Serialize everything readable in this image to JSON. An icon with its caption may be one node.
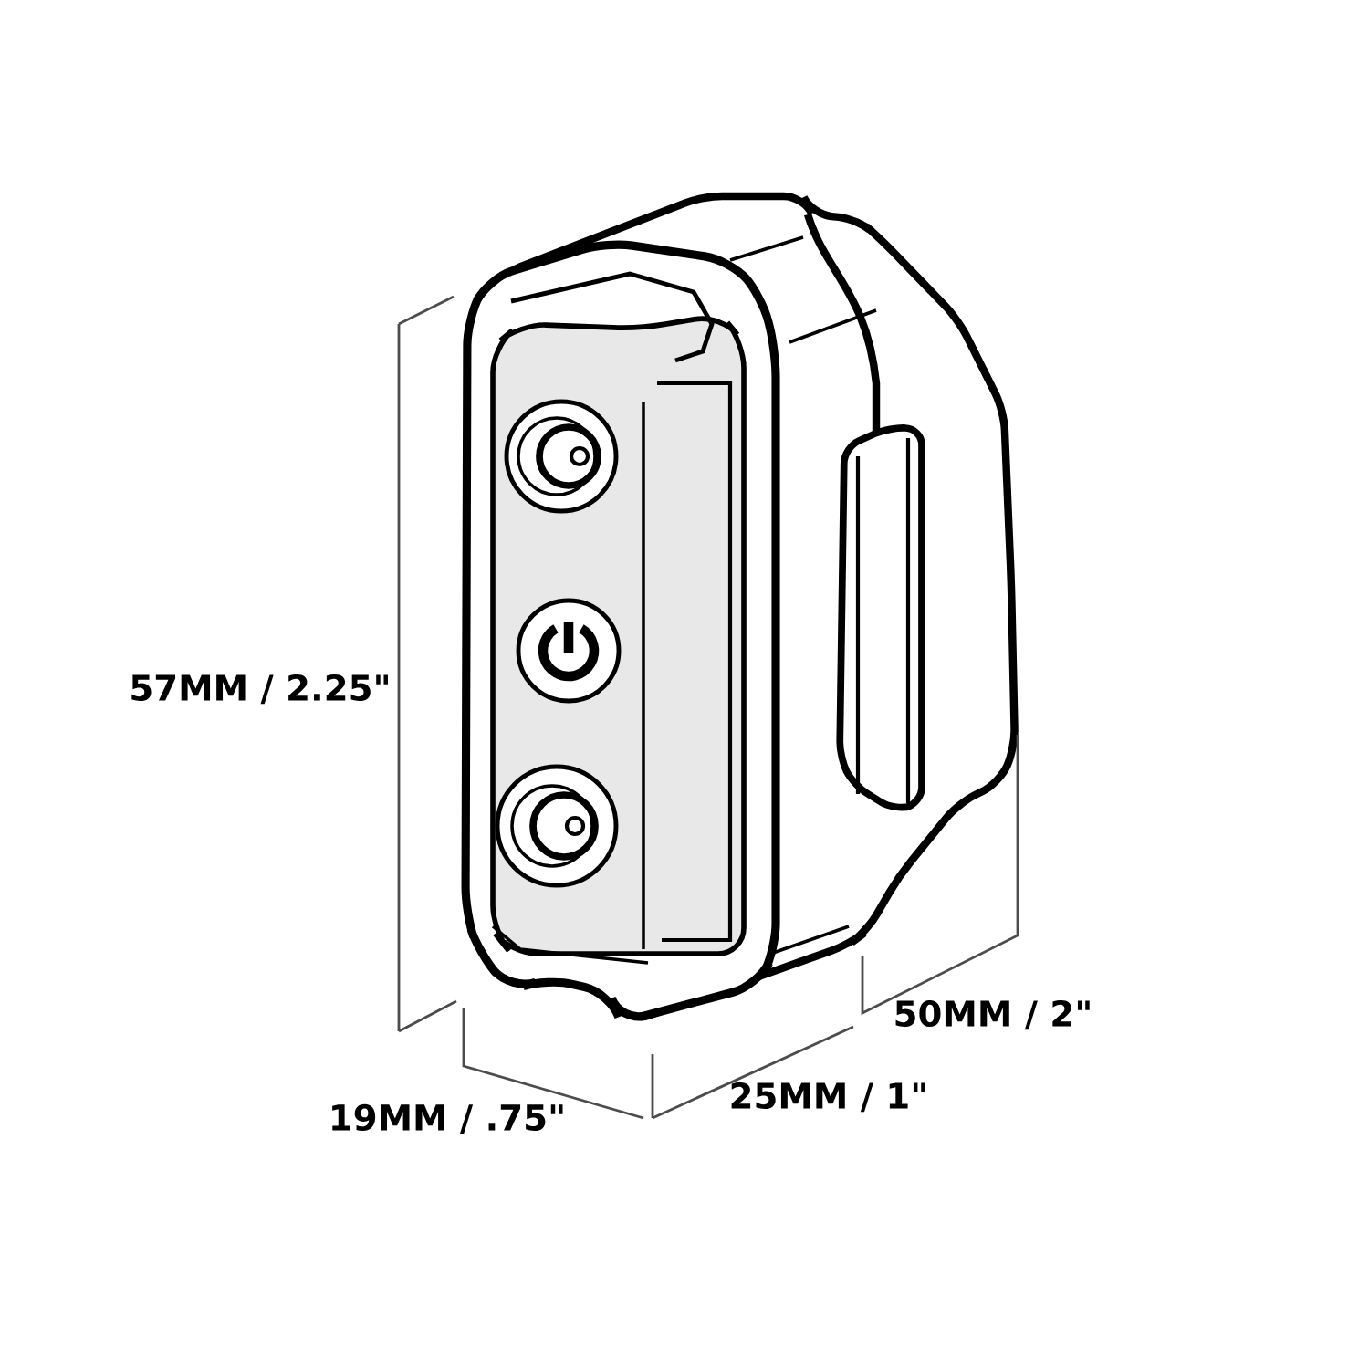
{
  "diagram": {
    "labels": [
      "57MM / 2.25\"",
      "19MM / .75\"",
      "25MM / 1\"",
      "50MM / 2\""
    ]
  }
}
